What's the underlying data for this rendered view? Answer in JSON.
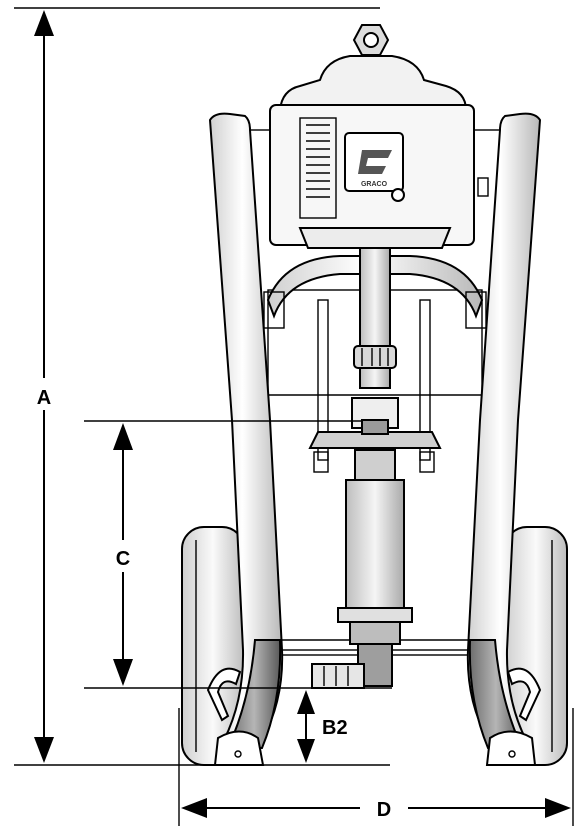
{
  "dimensions": {
    "a": "A",
    "b2": "B2",
    "c": "C",
    "d": "D"
  },
  "logo": {
    "text": "GRACO",
    "icon": "graco-g-logo-icon"
  },
  "colors": {
    "line": "#000000",
    "body": "#ffffff",
    "shade_light": "#e6e6e6",
    "shade_mid": "#c8c8c8",
    "shade_dark": "#8a8a8a"
  }
}
